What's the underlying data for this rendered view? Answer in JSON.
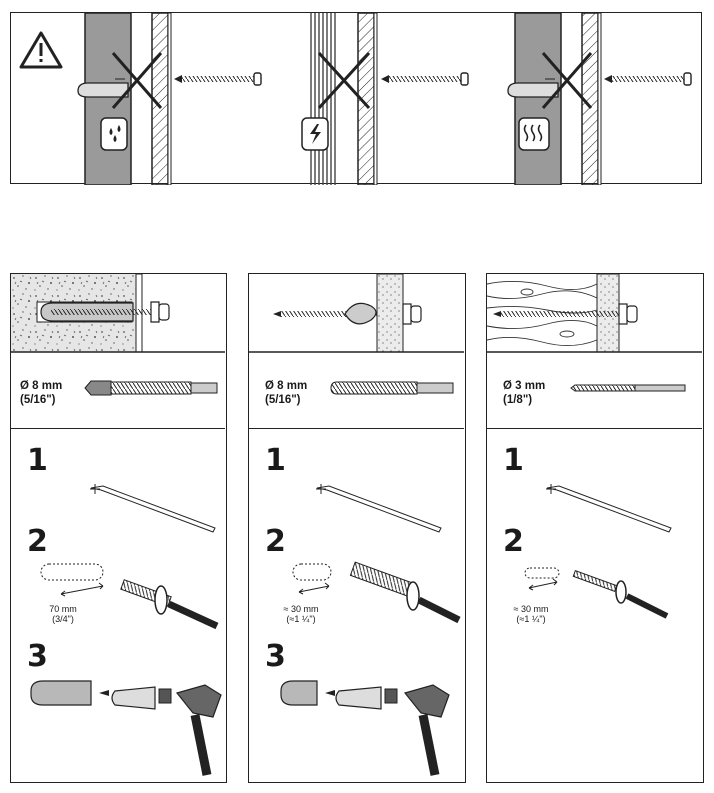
{
  "warning": {
    "scenes": [
      {
        "hazard": "water-pipe",
        "icon": "water-drops-icon"
      },
      {
        "hazard": "electrical-cable",
        "icon": "lightning-icon"
      },
      {
        "hazard": "heating-pipe",
        "icon": "heat-waves-icon"
      }
    ]
  },
  "columns": [
    {
      "material": "concrete-wall",
      "drill": {
        "diameter": "Ø 8 mm",
        "imperial": "(5/16\")"
      },
      "steps": [
        {
          "number": "1"
        },
        {
          "number": "2",
          "depth": "70 mm",
          "depth_imperial": "(3/4\")"
        },
        {
          "number": "3"
        }
      ]
    },
    {
      "material": "plasterboard-wall",
      "drill": {
        "diameter": "Ø 8 mm",
        "imperial": "(5/16\")"
      },
      "steps": [
        {
          "number": "1"
        },
        {
          "number": "2",
          "depth": "≈ 30 mm",
          "depth_imperial": "(≈1 ¼\")"
        },
        {
          "number": "3"
        }
      ]
    },
    {
      "material": "wood-stud-wall",
      "drill": {
        "diameter": "Ø 3 mm",
        "imperial": "(1/8\")"
      },
      "steps": [
        {
          "number": "1"
        },
        {
          "number": "2",
          "depth": "≈ 30 mm",
          "depth_imperial": "(≈1 ¼\")"
        }
      ]
    }
  ]
}
